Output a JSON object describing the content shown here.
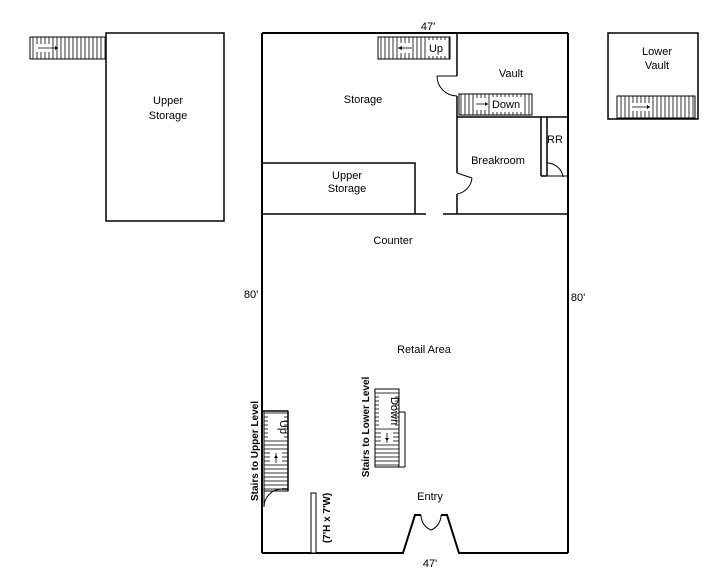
{
  "plan": {
    "dimensions": {
      "top": "47'",
      "bottom": "47'",
      "left": "80'",
      "right": "80'"
    },
    "rooms": {
      "upper_storage_left": [
        "Upper",
        "Storage"
      ],
      "storage": "Storage",
      "vault": "Vault",
      "lower_vault": [
        "Lower",
        "Vault"
      ],
      "breakroom": "Breakroom",
      "restroom": "RR",
      "upper_storage_main": [
        "Upper",
        "Storage"
      ],
      "counter": "Counter",
      "retail_area": "Retail Area",
      "entry": "Entry"
    },
    "stairs": {
      "storage_up": "Up",
      "vault_down": "Down",
      "upper_level_up": "Up",
      "lower_level_down": "Down",
      "upper_level_caption": "Stairs to Upper Level",
      "lower_level_caption": "Stairs to Lower Level"
    },
    "door_note": "(7'H x 7'W)"
  }
}
